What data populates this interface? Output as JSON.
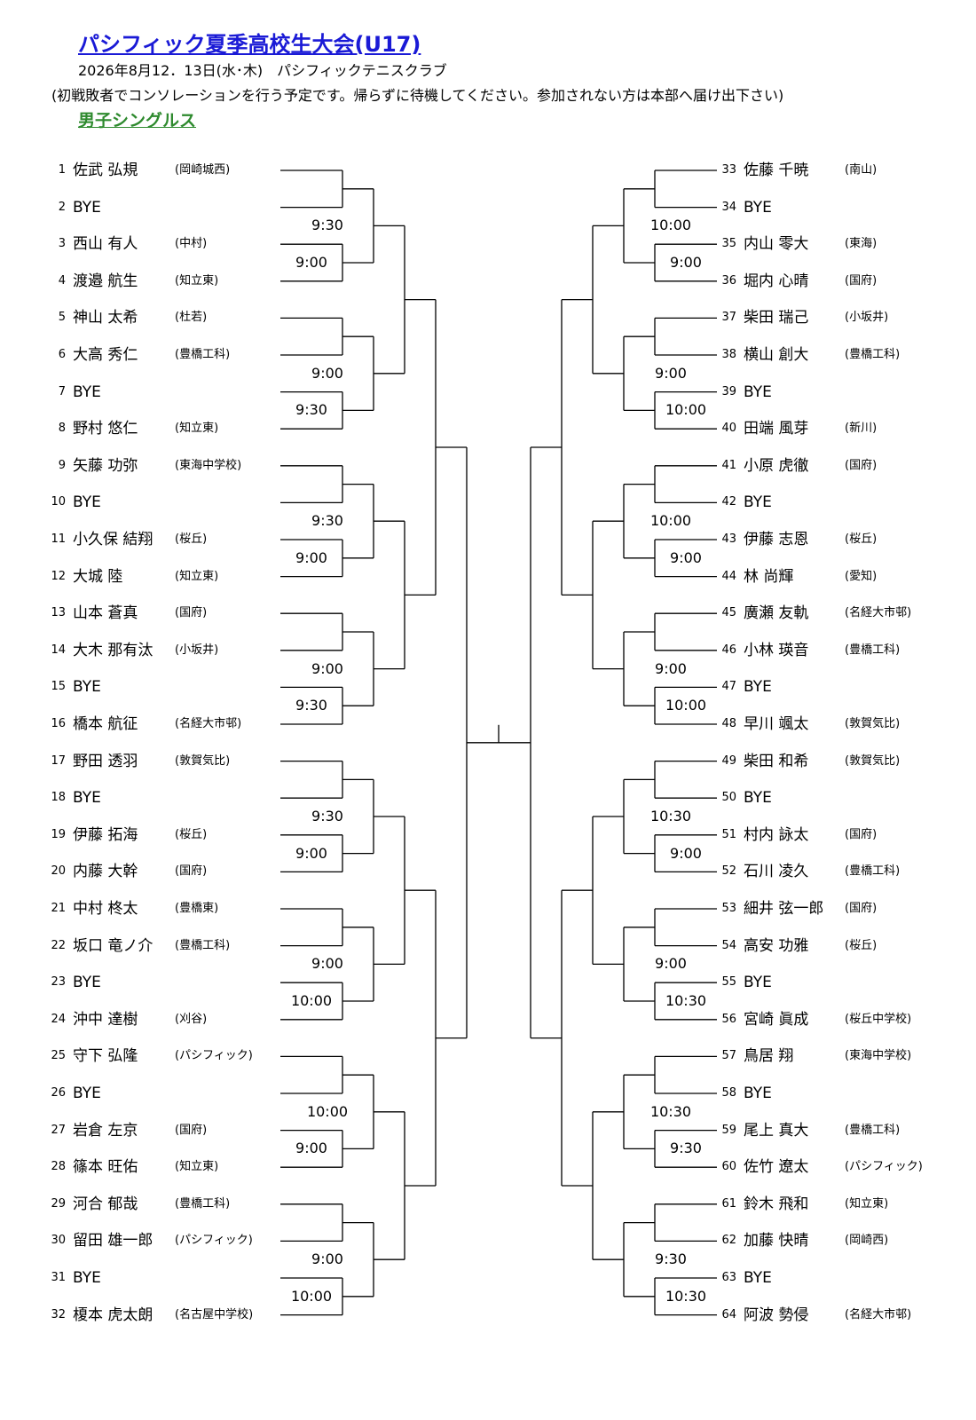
{
  "header": {
    "title": "パシフィック夏季高校生大会(U17)",
    "dateline": "2026年8月12．13日(水･木)　パシフィックテニスクラブ",
    "note": "(初戦敗者でコンソレーションを行う予定です。帰らずに待機してください。参加されない方は本部へ届け出下さい)",
    "section": "男子シングルス"
  },
  "left_players": [
    {
      "num": "1",
      "name": "佐武 弘規",
      "school": "(岡崎城西)"
    },
    {
      "num": "2",
      "name": "BYE",
      "school": ""
    },
    {
      "num": "3",
      "name": "西山 有人",
      "school": "(中村)"
    },
    {
      "num": "4",
      "name": "渡邉 航生",
      "school": "(知立東)"
    },
    {
      "num": "5",
      "name": "神山 太希",
      "school": "(杜若)"
    },
    {
      "num": "6",
      "name": "大高 秀仁",
      "school": "(豊橋工科)"
    },
    {
      "num": "7",
      "name": "BYE",
      "school": ""
    },
    {
      "num": "8",
      "name": "野村 悠仁",
      "school": "(知立東)"
    },
    {
      "num": "9",
      "name": "矢藤 功弥",
      "school": "(東海中学校)"
    },
    {
      "num": "10",
      "name": "BYE",
      "school": ""
    },
    {
      "num": "11",
      "name": "小久保 結翔",
      "school": "(桜丘)"
    },
    {
      "num": "12",
      "name": "大城 陸",
      "school": "(知立東)"
    },
    {
      "num": "13",
      "name": "山本 蒼真",
      "school": "(国府)"
    },
    {
      "num": "14",
      "name": "大木 那有汰",
      "school": "(小坂井)"
    },
    {
      "num": "15",
      "name": "BYE",
      "school": ""
    },
    {
      "num": "16",
      "name": "橋本 航征",
      "school": "(名経大市邨)"
    },
    {
      "num": "17",
      "name": "野田 透羽",
      "school": "(敦賀気比)"
    },
    {
      "num": "18",
      "name": "BYE",
      "school": ""
    },
    {
      "num": "19",
      "name": "伊藤 拓海",
      "school": "(桜丘)"
    },
    {
      "num": "20",
      "name": "内藤 大幹",
      "school": "(国府)"
    },
    {
      "num": "21",
      "name": "中村 柊太",
      "school": "(豊橋東)"
    },
    {
      "num": "22",
      "name": "坂口 竜ノ介",
      "school": "(豊橋工科)"
    },
    {
      "num": "23",
      "name": "BYE",
      "school": ""
    },
    {
      "num": "24",
      "name": "沖中 達樹",
      "school": "(刈谷)"
    },
    {
      "num": "25",
      "name": "守下 弘隆",
      "school": "(パシフィック)"
    },
    {
      "num": "26",
      "name": "BYE",
      "school": ""
    },
    {
      "num": "27",
      "name": "岩倉 左京",
      "school": "(国府)"
    },
    {
      "num": "28",
      "name": "篠本 旺佑",
      "school": "(知立東)"
    },
    {
      "num": "29",
      "name": "河合 郁哉",
      "school": "(豊橋工科)"
    },
    {
      "num": "30",
      "name": "留田 雄一郎",
      "school": "(パシフィック)"
    },
    {
      "num": "31",
      "name": "BYE",
      "school": ""
    },
    {
      "num": "32",
      "name": "榎本 虎太朗",
      "school": "(名古屋中学校)"
    }
  ],
  "right_players": [
    {
      "num": "33",
      "name": "佐藤 千暁",
      "school": "(南山)"
    },
    {
      "num": "34",
      "name": "BYE",
      "school": ""
    },
    {
      "num": "35",
      "name": "内山 零大",
      "school": "(東海)"
    },
    {
      "num": "36",
      "name": "堀内 心晴",
      "school": "(国府)"
    },
    {
      "num": "37",
      "name": "柴田 瑞己",
      "school": "(小坂井)"
    },
    {
      "num": "38",
      "name": "横山 創大",
      "school": "(豊橋工科)"
    },
    {
      "num": "39",
      "name": "BYE",
      "school": ""
    },
    {
      "num": "40",
      "name": "田端 風芽",
      "school": "(新川)"
    },
    {
      "num": "41",
      "name": "小原 虎徹",
      "school": "(国府)"
    },
    {
      "num": "42",
      "name": "BYE",
      "school": ""
    },
    {
      "num": "43",
      "name": "伊藤 志恩",
      "school": "(桜丘)"
    },
    {
      "num": "44",
      "name": "林 尚輝",
      "school": "(愛知)"
    },
    {
      "num": "45",
      "name": "廣瀬 友軌",
      "school": "(名経大市邨)"
    },
    {
      "num": "46",
      "name": "小林 瑛音",
      "school": "(豊橋工科)"
    },
    {
      "num": "47",
      "name": "BYE",
      "school": ""
    },
    {
      "num": "48",
      "name": "早川 颯太",
      "school": "(敦賀気比)"
    },
    {
      "num": "49",
      "name": "柴田 和希",
      "school": "(敦賀気比)"
    },
    {
      "num": "50",
      "name": "BYE",
      "school": ""
    },
    {
      "num": "51",
      "name": "村内 詠太",
      "school": "(国府)"
    },
    {
      "num": "52",
      "name": "石川 凌久",
      "school": "(豊橋工科)"
    },
    {
      "num": "53",
      "name": "細井 弦一郎",
      "school": "(国府)"
    },
    {
      "num": "54",
      "name": "高安 功雅",
      "school": "(桜丘)"
    },
    {
      "num": "55",
      "name": "BYE",
      "school": ""
    },
    {
      "num": "56",
      "name": "宮崎 眞成",
      "school": "(桜丘中学校)"
    },
    {
      "num": "57",
      "name": "鳥居 翔",
      "school": "(東海中学校)"
    },
    {
      "num": "58",
      "name": "BYE",
      "school": ""
    },
    {
      "num": "59",
      "name": "尾上 真大",
      "school": "(豊橋工科)"
    },
    {
      "num": "60",
      "name": "佐竹 遼太",
      "school": "(パシフィック)"
    },
    {
      "num": "61",
      "name": "鈴木 飛和",
      "school": "(知立東)"
    },
    {
      "num": "62",
      "name": "加藤 快晴",
      "school": "(岡崎西)"
    },
    {
      "num": "63",
      "name": "BYE",
      "school": ""
    },
    {
      "num": "64",
      "name": "阿波 勢侵",
      "school": "(名経大市邨)"
    }
  ],
  "left_times": [
    {
      "row": 1,
      "time": "9:30"
    },
    {
      "row": 2,
      "time": "9:00"
    },
    {
      "row": 5,
      "time": "9:00"
    },
    {
      "row": 6,
      "time": "9:30"
    },
    {
      "row": 9,
      "time": "9:30"
    },
    {
      "row": 10,
      "time": "9:00"
    },
    {
      "row": 13,
      "time": "9:00"
    },
    {
      "row": 14,
      "time": "9:30"
    },
    {
      "row": 17,
      "time": "9:30"
    },
    {
      "row": 18,
      "time": "9:00"
    },
    {
      "row": 21,
      "time": "9:00"
    },
    {
      "row": 22,
      "time": "10:00"
    },
    {
      "row": 25,
      "time": "10:00"
    },
    {
      "row": 26,
      "time": "9:00"
    },
    {
      "row": 29,
      "time": "9:00"
    },
    {
      "row": 30,
      "time": "10:00"
    }
  ],
  "right_times": [
    {
      "row": 1,
      "time": "10:00"
    },
    {
      "row": 2,
      "time": "9:00"
    },
    {
      "row": 5,
      "time": "9:00"
    },
    {
      "row": 6,
      "time": "10:00"
    },
    {
      "row": 9,
      "time": "10:00"
    },
    {
      "row": 10,
      "time": "9:00"
    },
    {
      "row": 13,
      "time": "9:00"
    },
    {
      "row": 14,
      "time": "10:00"
    },
    {
      "row": 17,
      "time": "10:30"
    },
    {
      "row": 18,
      "time": "9:00"
    },
    {
      "row": 21,
      "time": "9:00"
    },
    {
      "row": 22,
      "time": "10:30"
    },
    {
      "row": 25,
      "time": "10:30"
    },
    {
      "row": 26,
      "time": "9:30"
    },
    {
      "row": 29,
      "time": "9:30"
    },
    {
      "row": 30,
      "time": "10:30"
    }
  ]
}
